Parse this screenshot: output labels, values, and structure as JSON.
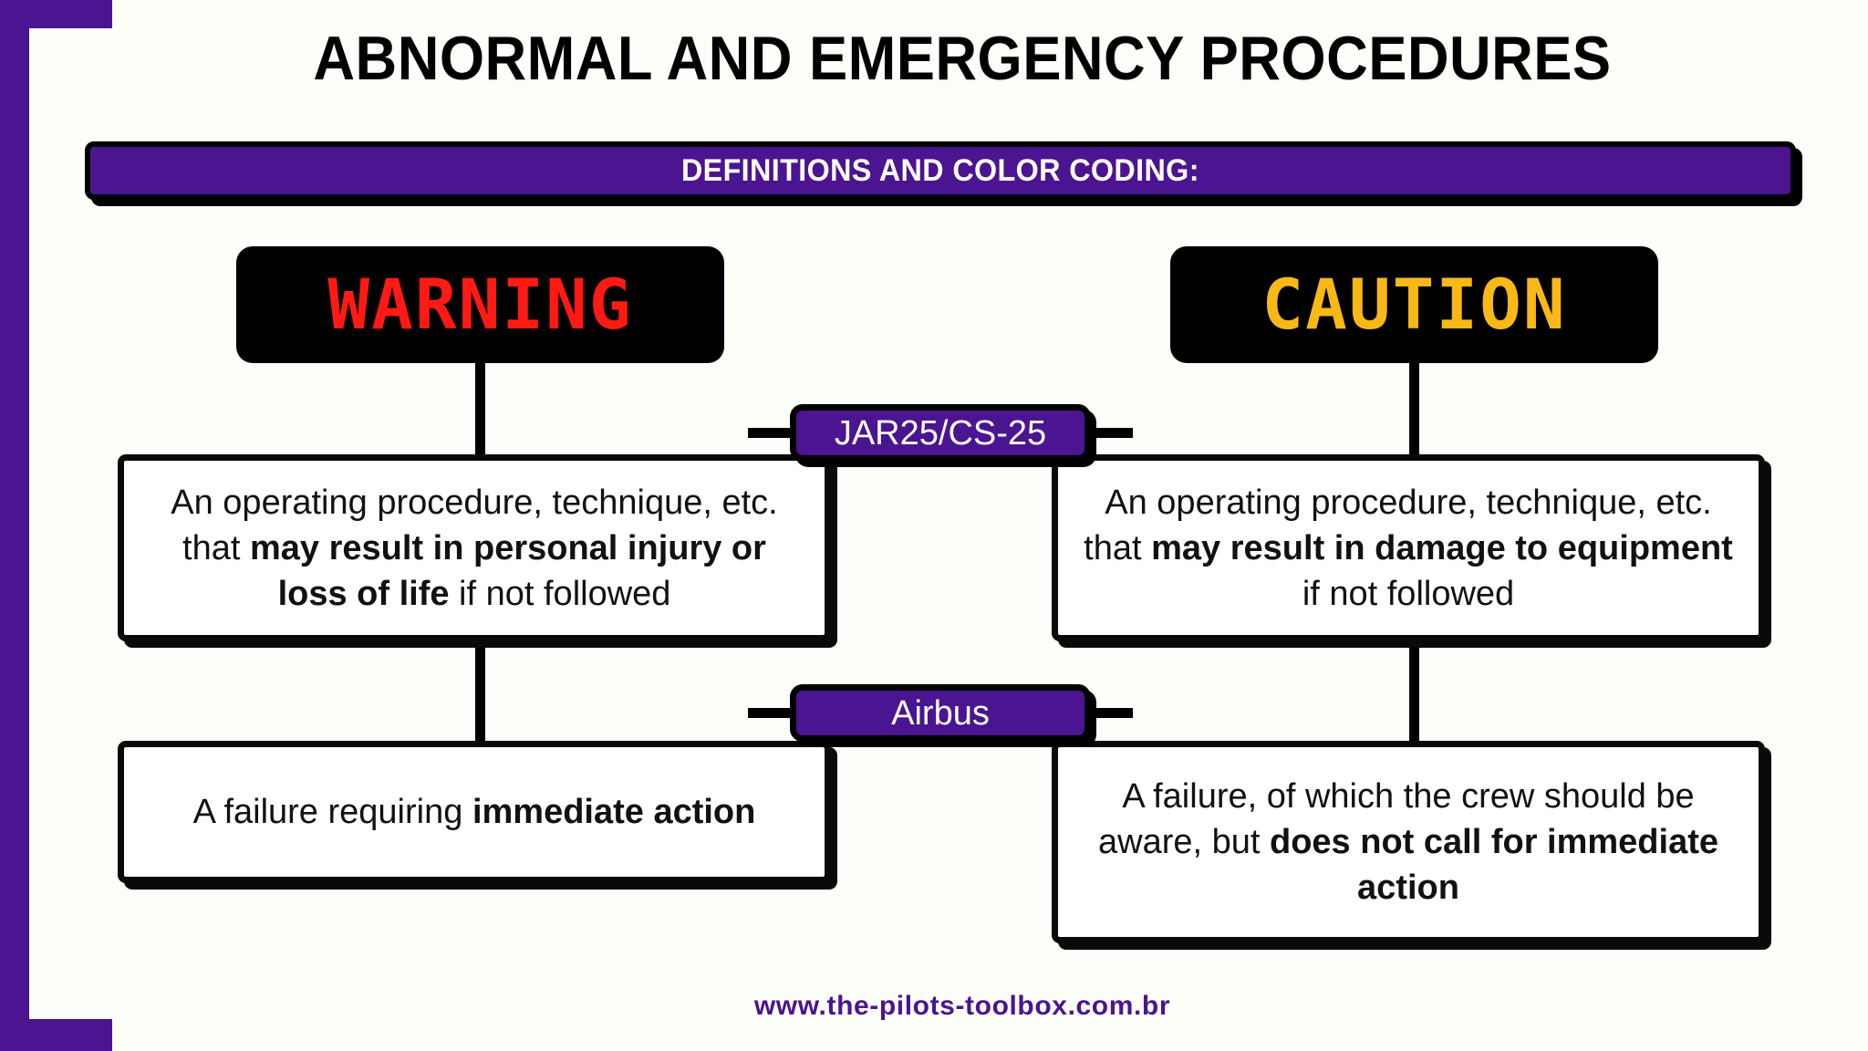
{
  "colors": {
    "brand_purple": "#4B1490",
    "banner_purple": "#511A9B",
    "warning_red": "#FF1A13",
    "caution_amber": "#F8B816",
    "box_border": "#0A0A0A",
    "background": "#FCFEFA"
  },
  "header": {
    "title": "ABNORMAL AND EMERGENCY PROCEDURES",
    "banner_label": "DEFINITIONS AND COLOR CODING:"
  },
  "columns": [
    {
      "id": "warning",
      "label": "WARNING",
      "color": "#FF1A13"
    },
    {
      "id": "caution",
      "label": "CAUTION",
      "color": "#F8B816"
    }
  ],
  "row_labels": [
    {
      "id": "jar",
      "label": "JAR25/CS-25"
    },
    {
      "id": "airbus",
      "label": "Airbus"
    }
  ],
  "definitions": {
    "jar_warning": {
      "lead": "An operating procedure, technique, etc. that ",
      "strong": "may result in personal injury or loss of life",
      "tail": " if not followed"
    },
    "jar_caution": {
      "lead": "An operating procedure, technique, etc. that ",
      "strong": "may result in damage to equipment",
      "tail": " if not followed"
    },
    "airbus_warning": {
      "lead": "A failure requiring ",
      "strong": "immediate action",
      "tail": ""
    },
    "airbus_caution": {
      "lead": "A failure, of which the crew should be aware, but ",
      "strong": "does not call for immediate action",
      "tail": ""
    }
  },
  "footer": {
    "url": "www.the-pilots-toolbox.com.br"
  }
}
